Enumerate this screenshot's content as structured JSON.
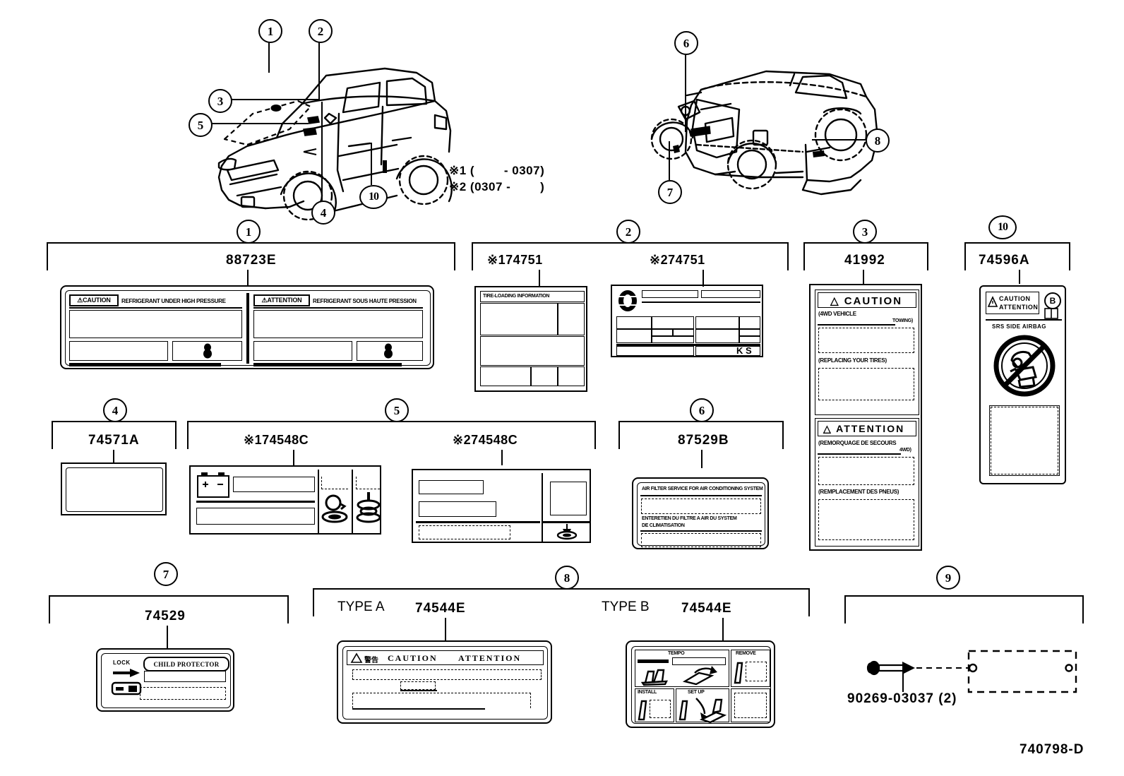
{
  "drawing": {
    "number": "740798-D"
  },
  "notes": {
    "line1": "※1 (        - 0307)",
    "line2": "※2 (0307 -        )"
  },
  "callouts": {
    "front_view": [
      "1",
      "2",
      "3",
      "5",
      "4",
      "10"
    ],
    "rear_view": [
      "6",
      "7",
      "8"
    ]
  },
  "groups": [
    {
      "id": "1",
      "bubble": "1",
      "parts": [
        {
          "number": "88723E"
        }
      ]
    },
    {
      "id": "2",
      "bubble": "2",
      "parts": [
        {
          "number": "※174751"
        },
        {
          "number": "※274751"
        }
      ]
    },
    {
      "id": "3",
      "bubble": "3",
      "parts": [
        {
          "number": "41992"
        }
      ]
    },
    {
      "id": "10",
      "bubble": "10",
      "parts": [
        {
          "number": "74596A"
        }
      ]
    },
    {
      "id": "4",
      "bubble": "4",
      "parts": [
        {
          "number": "74571A"
        }
      ]
    },
    {
      "id": "5",
      "bubble": "5",
      "parts": [
        {
          "number": "※174548C"
        },
        {
          "number": "※274548C"
        }
      ]
    },
    {
      "id": "6",
      "bubble": "6",
      "parts": [
        {
          "number": "87529B"
        }
      ]
    },
    {
      "id": "7",
      "bubble": "7",
      "parts": [
        {
          "number": "74529"
        }
      ]
    },
    {
      "id": "8",
      "bubble": "8",
      "parts": [
        {
          "type": "TYPE A",
          "number": "74544E"
        },
        {
          "type": "TYPE B",
          "number": "74544E"
        }
      ]
    },
    {
      "id": "9",
      "bubble": "9",
      "parts": [
        {
          "number": "90269-03037 (2)"
        }
      ]
    }
  ],
  "label_texts": {
    "refrigerant": {
      "caution_tag": "⚠CAUTION",
      "caution_body": "REFRIGERANT UNDER HIGH PRESSURE",
      "attention_tag": "⚠ATTENTION",
      "attention_body": "REFRIGERANT SOUS HAUTE PRESSION"
    },
    "tire_loading": {
      "header": "TIRE-LOADING INFORMATION"
    },
    "tire_placard2": {
      "mark": "K S"
    },
    "towing_4wd": {
      "caution": "△ CAUTION",
      "caution_sub1": "(4WD VEHICLE",
      "caution_sub1b": "TOWING)",
      "caution_sub2": "(REPLACING  YOUR  TIRES)",
      "attention": "△ ATTENTION",
      "attention_sub1": "(REMORQUAGE DE SECOURS",
      "attention_sub1b": "4WD)",
      "attention_sub2": "(REMPLACEMENT  DES  PNEUS)"
    },
    "srs_airbag": {
      "caution": "CAUTION",
      "attention": "ATTENTION",
      "badge": "B",
      "subtitle": "SRS  SIDE  AIRBAG"
    },
    "air_filter": {
      "line_en": "AIR FILTER SERVICE FOR AIR CONDITIONING SYSTEM",
      "line_fr1": "ENTERETIEN DU FILTRE A AIR DU SYSTEM",
      "line_fr2": "DE CLIMATISATION"
    },
    "child_protector": {
      "lock": "LOCK",
      "title": "CHILD PROTECTOR"
    },
    "seat_caution_typeA": {
      "warn_jp": "警告",
      "caution": "CAUTION",
      "attention": "ATTENTION"
    },
    "seat_typeB": {
      "panel1": "TEMPO",
      "panel2": "REMOVE",
      "panel3": "INSTALL",
      "panel4": "SET UP"
    }
  },
  "colors": {
    "ink": "#000000",
    "paper": "#ffffff"
  }
}
